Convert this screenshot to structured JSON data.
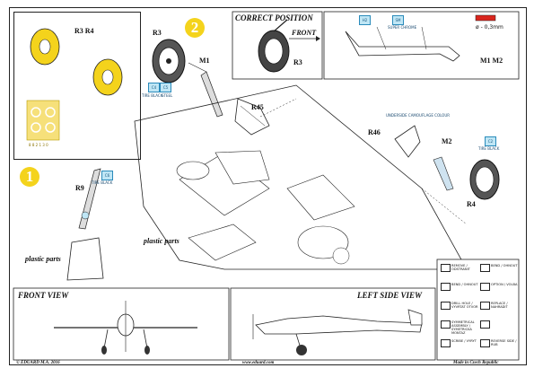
{
  "step_badges": {
    "step1": "1",
    "step2": "2"
  },
  "labels": {
    "r3_r4_top": "R3  R4",
    "r3_step2": "R3",
    "m1": "M1",
    "r45": "R45",
    "r46": "R46",
    "m2": "M2",
    "r4": "R4",
    "r9": "R9",
    "r3_correct": "R3",
    "m1_m2": "M1  M2",
    "plastic_parts_left": "plastic parts",
    "plastic_parts_mid": "plastic parts",
    "front": "FRONT"
  },
  "headings": {
    "correct_position": "CORRECT POSITION",
    "front_view": "FRONT VIEW",
    "left_side_view": "LEFT SIDE VIEW"
  },
  "callouts": {
    "tire_black_1": "TIRE BLACK",
    "tire_black_2": "TIRE BLACK",
    "tire_black_3": "TIRE BLACK",
    "steel": "STEEL",
    "super_chrome": "SUPER CHROME",
    "underside_color": "UNDERSIDE CAMOUFLAGE COLOUR",
    "wire_spec": "ø - 0,3mm",
    "mask_code": "8 8 2 1 3 0"
  },
  "color_chips": {
    "badge_a": "C4",
    "badge_b": "C5",
    "badge_c": "H2",
    "badge_d": "C6",
    "badge_e": "SM",
    "badge_f": "C2"
  },
  "legend": [
    {
      "icon": "remove-icon",
      "text": "REMOVE / ODSTRANIT"
    },
    {
      "icon": "bend-icon",
      "text": "BEND / OHNOUT"
    },
    {
      "icon": "bend-cut-icon",
      "text": "BEND / OHNOUT"
    },
    {
      "icon": "option-icon",
      "text": "OPTION / VOLBA"
    },
    {
      "icon": "drill-icon",
      "text": "DRILL HOLE / VYVRTAT OTVOR"
    },
    {
      "icon": "replace-icon",
      "text": "REPLACE / NAHRADIT"
    },
    {
      "icon": "symmetrical-icon",
      "text": "SYMMETRICAL ASSEMBLY / SYMETRICKA MONTAZ"
    },
    {
      "icon": "note-icon",
      "text": ""
    },
    {
      "icon": "scribe-icon",
      "text": "SCRIBE / VYRYT"
    },
    {
      "icon": "reverse-icon",
      "text": "REVERSE SIDE / RUB"
    }
  ],
  "footer": {
    "left": "© EDUARD M.A. 2016",
    "center": "www.eduard.com",
    "right": "Made in Czech Republic"
  },
  "colors": {
    "accent_yellow": "#f4d31c",
    "chip_blue": "#bfe6f5",
    "wire_red": "#d9251d",
    "line": "#222222"
  }
}
